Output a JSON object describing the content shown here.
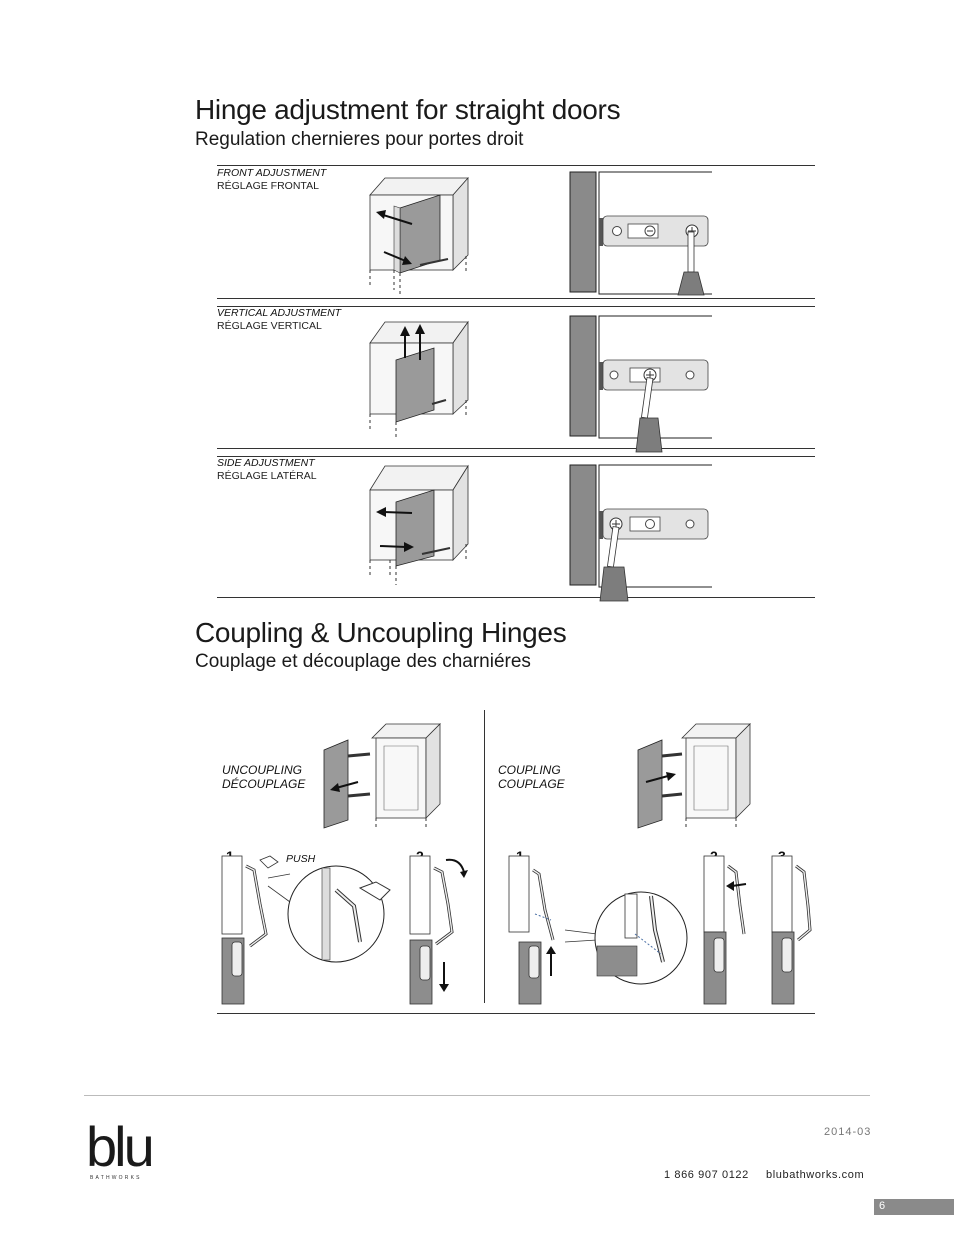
{
  "section1": {
    "title": "Hinge adjustment for straight doors",
    "subtitle": "Regulation chernieres pour portes droit",
    "rows": [
      {
        "label_en": "FRONT ADJUSTMENT",
        "label_fr": "RÉGLAGE FRONTAL"
      },
      {
        "label_en": "VERTICAL ADJUSTMENT",
        "label_fr": "RÉGLAGE VERTICAL"
      },
      {
        "label_en": "SIDE ADJUSTMENT",
        "label_fr": "RÉGLAGE LATÉRAL"
      }
    ]
  },
  "section2": {
    "title": "Coupling & Uncoupling Hinges",
    "subtitle": "Couplage et découplage des charniéres",
    "uncoupling": {
      "label_en": "UNCOUPLING",
      "label_fr": "DÉCOUPLAGE",
      "steps": [
        "1",
        "2"
      ],
      "push": "PUSH"
    },
    "coupling": {
      "label_en": "COUPLING",
      "label_fr": "COUPLAGE",
      "steps": [
        "1",
        "2",
        "3"
      ]
    }
  },
  "footer": {
    "logo": "blu",
    "logo_sub": "BATHWORKS",
    "date": "2014-03",
    "phone": "1 866 907 0122",
    "website": "blubathworks.com",
    "page_number": "6"
  }
}
